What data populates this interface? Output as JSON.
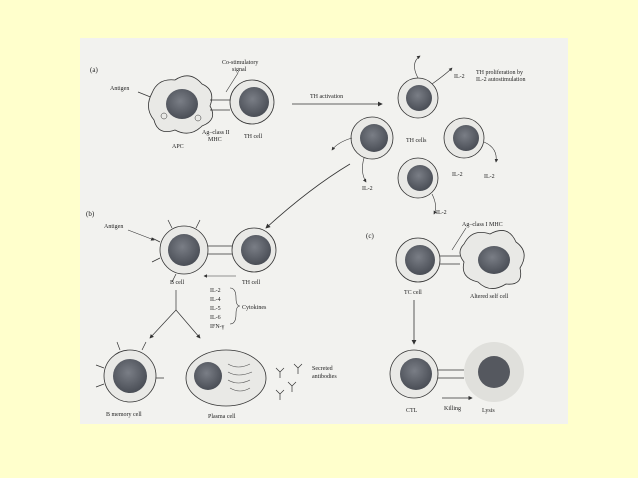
{
  "panel_labels": {
    "a": "(a)",
    "b": "(b)",
    "c": "(c)"
  },
  "panel_a": {
    "antigen": "Antigen",
    "costim": [
      "Co-stimulatory",
      "signal"
    ],
    "ag_mhc": [
      "Ag–class II",
      "MHC"
    ],
    "apc": "APC",
    "th_cell": "TH cell",
    "th_activation": "TH activation",
    "il2_labels": [
      "IL-2",
      "IL-2",
      "IL-2",
      "IL-2"
    ],
    "th_cells": "TH cells",
    "proliferation": [
      "TH proliferation by",
      "IL-2 autostimulation"
    ]
  },
  "panel_b": {
    "antigen": "Antigen",
    "b_cell": "B cell",
    "th_cell": "TH cell",
    "cytokine_list": [
      "IL-2",
      "IL-4",
      "IL-5",
      "IL-6",
      "IFN-γ"
    ],
    "cytokines": "Cytokines",
    "b_memory": "B memory cell",
    "plasma": "Plasma cell",
    "secreted": [
      "Secreted",
      "antibodies"
    ]
  },
  "panel_c": {
    "il2": "IL-2",
    "ag_mhc1": "Ag–class I MHC",
    "tc_cell": "TC cell",
    "altered": "Altered self cell",
    "ctl": "CTL",
    "killing": "Killing",
    "lysis": "Lysis"
  },
  "colors": {
    "background": "#ffffcc",
    "figure": "#f2f2ef",
    "cell_fill": "#e9e9e6",
    "nucleus": "#5a5e66",
    "stroke": "#333333"
  }
}
